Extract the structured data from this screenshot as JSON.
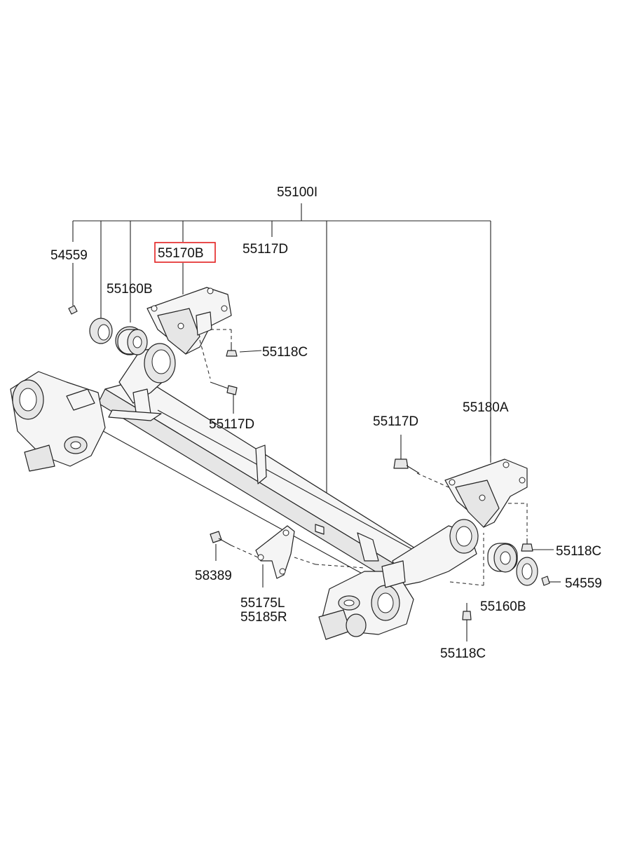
{
  "labels": {
    "assembly": "55100I",
    "washer_left": "54559",
    "highlighted": "55170B",
    "bolt_top": "55117D",
    "bushing_left": "55160B",
    "screw_left": "55118C",
    "bolt_left_lower": "55117D",
    "bracket_right": "55180A",
    "bolt_right": "55117D",
    "screw_right_top": "55118C",
    "washer_right": "54559",
    "bushing_right": "55160B",
    "screw_right_bottom": "55118C",
    "bolt_bracket": "58389",
    "bracket_left_side": "55175L",
    "bracket_right_side": "55185R"
  },
  "colors": {
    "highlight": "#e32020",
    "line": "#222222"
  }
}
